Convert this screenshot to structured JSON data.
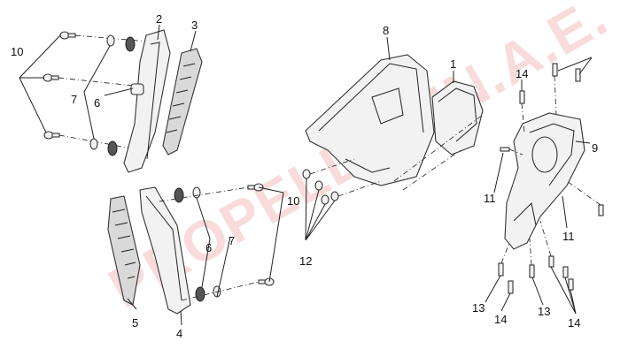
{
  "watermark": {
    "text": "PROPELLOKIN.A.E.",
    "color": "#e45a5a"
  },
  "callouts": [
    {
      "id": "c1",
      "label": "1"
    },
    {
      "id": "c2",
      "label": "2"
    },
    {
      "id": "c3",
      "label": "3"
    },
    {
      "id": "c4",
      "label": "4"
    },
    {
      "id": "c5",
      "label": "5"
    },
    {
      "id": "c6a",
      "label": "6"
    },
    {
      "id": "c6b",
      "label": "6"
    },
    {
      "id": "c7a",
      "label": "7"
    },
    {
      "id": "c7b",
      "label": "7"
    },
    {
      "id": "c8",
      "label": "8"
    },
    {
      "id": "c9",
      "label": "9"
    },
    {
      "id": "c10a",
      "label": "10"
    },
    {
      "id": "c10b",
      "label": "10"
    },
    {
      "id": "c11a",
      "label": "11"
    },
    {
      "id": "c11b",
      "label": "11"
    },
    {
      "id": "c12",
      "label": "12"
    },
    {
      "id": "c13a",
      "label": "13"
    },
    {
      "id": "c13b",
      "label": "13"
    },
    {
      "id": "c14a",
      "label": "14"
    },
    {
      "id": "c14b",
      "label": "14"
    },
    {
      "id": "c14c",
      "label": "14"
    }
  ]
}
